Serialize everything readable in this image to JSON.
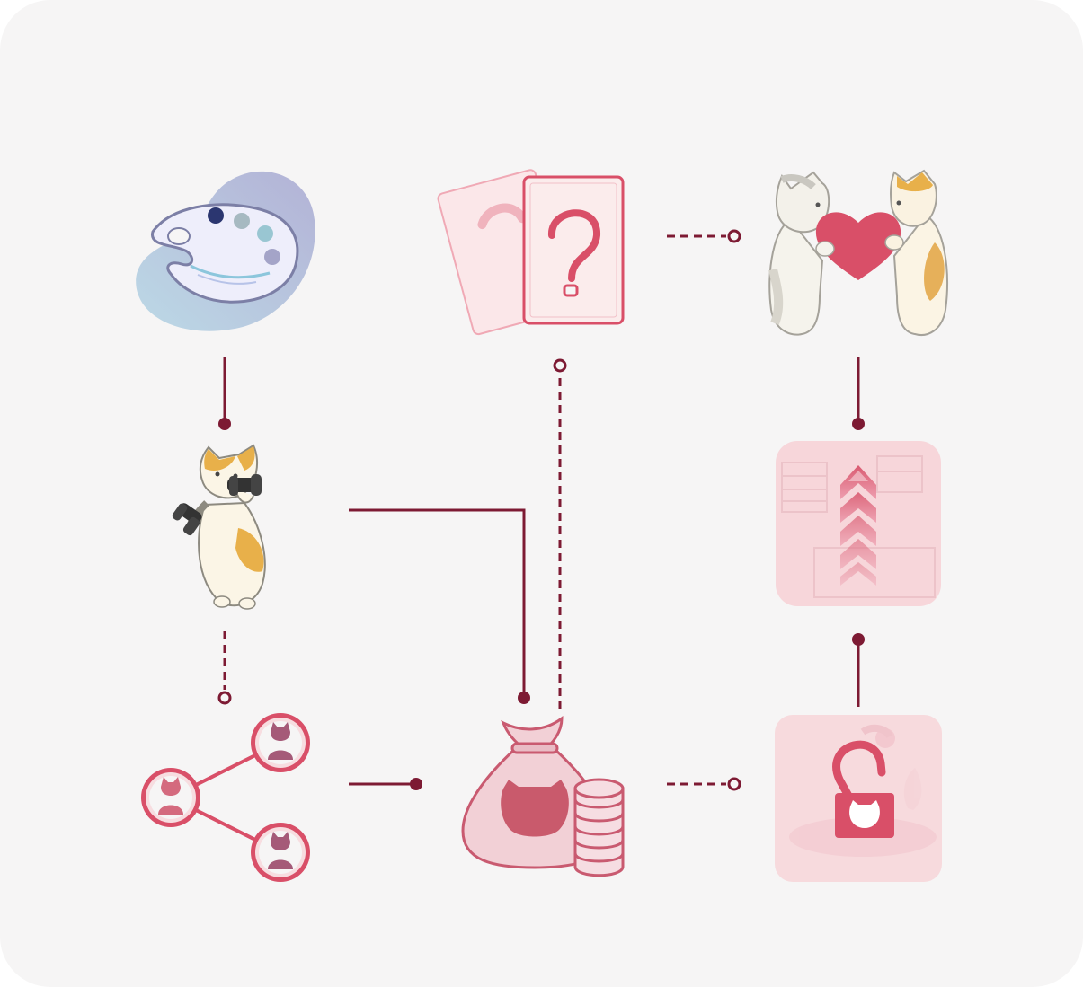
{
  "diagram": {
    "nodes": [
      {
        "id": "palette",
        "icon": "art-palette-icon"
      },
      {
        "id": "mystery-cards",
        "icon": "mystery-card-icon"
      },
      {
        "id": "cats-heart",
        "icon": "cats-with-heart-icon"
      },
      {
        "id": "cat-dumbbells",
        "icon": "cat-lifting-dumbbells-icon"
      },
      {
        "id": "level-up",
        "icon": "level-up-arrow-icon"
      },
      {
        "id": "share-network",
        "icon": "share-network-icon"
      },
      {
        "id": "money-bag",
        "icon": "money-bag-coins-icon"
      },
      {
        "id": "unlock",
        "icon": "unlock-padlock-icon"
      }
    ],
    "connections": [
      {
        "from": "palette",
        "to": "cat-dumbbells",
        "style": "solid"
      },
      {
        "from": "cat-dumbbells",
        "to": "share-network",
        "style": "dashed"
      },
      {
        "from": "cat-dumbbells",
        "to": "money-bag",
        "style": "solid"
      },
      {
        "from": "share-network",
        "to": "money-bag",
        "style": "solid"
      },
      {
        "from": "money-bag",
        "to": "mystery-cards",
        "style": "dashed"
      },
      {
        "from": "mystery-cards",
        "to": "cats-heart",
        "style": "dashed"
      },
      {
        "from": "money-bag",
        "to": "unlock",
        "style": "dashed"
      },
      {
        "from": "cats-heart",
        "to": "level-up",
        "style": "solid"
      },
      {
        "from": "unlock",
        "to": "level-up",
        "style": "solid"
      }
    ]
  },
  "colors": {
    "background": "#f6f5f5",
    "connector": "#7d1a33",
    "accent": "#d94f68",
    "pink_light": "#f2d0d6",
    "cat_orange": "#e8b04a"
  }
}
